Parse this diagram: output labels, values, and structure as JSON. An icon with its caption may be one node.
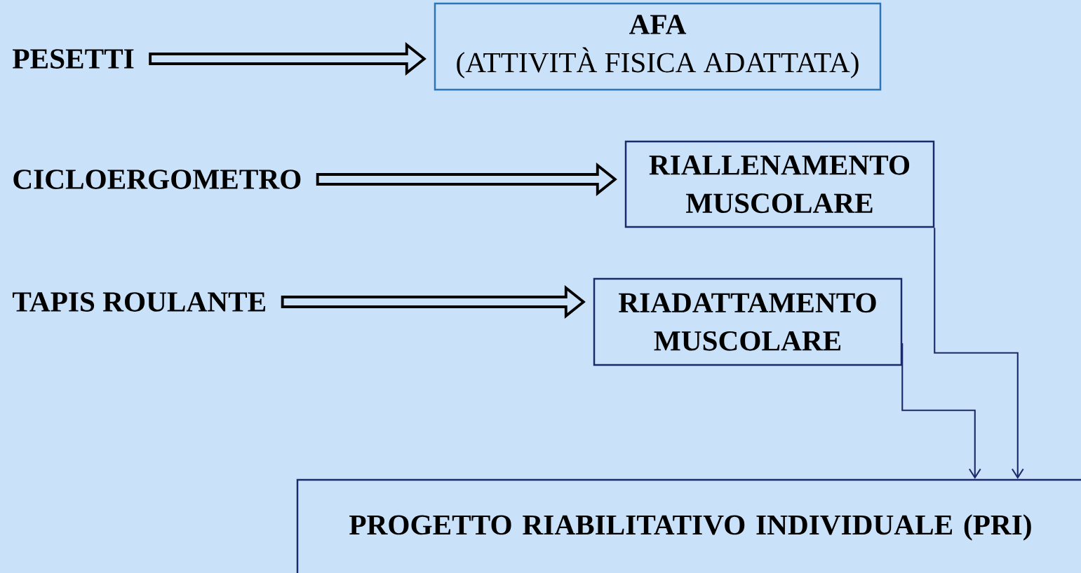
{
  "diagram": {
    "nodes": [
      {
        "text": [
          "PESETTI"
        ]
      },
      {
        "text": [
          "AFA",
          "(ATTIVITÀ FISICA ADATTATA)"
        ]
      },
      {
        "text": [
          "CICLOERGOMETRO"
        ]
      },
      {
        "text": [
          "RIALLENAMENTO MUSCOLARE"
        ]
      },
      {
        "text": [
          "TAPIS ROULANTE"
        ]
      },
      {
        "text": [
          "RIADATTAMENTO MUSCOLARE"
        ]
      },
      {
        "text": [
          "PROGETTO RIABILITATIVO INDIVIDUALE (PRI)"
        ]
      }
    ],
    "edges": [
      {
        "from": 0,
        "to": 1,
        "arrow": "to",
        "style": "thick"
      },
      {
        "from": 2,
        "to": 3,
        "arrow": "to",
        "style": "thick"
      },
      {
        "from": 4,
        "to": 5,
        "arrow": "to",
        "style": "thick"
      },
      {
        "from": 3,
        "to": 6,
        "arrow": "to",
        "color": "#1b2a6b"
      },
      {
        "from": 5,
        "to": 6,
        "arrow": "to",
        "color": "#1b2a6b"
      }
    ]
  }
}
